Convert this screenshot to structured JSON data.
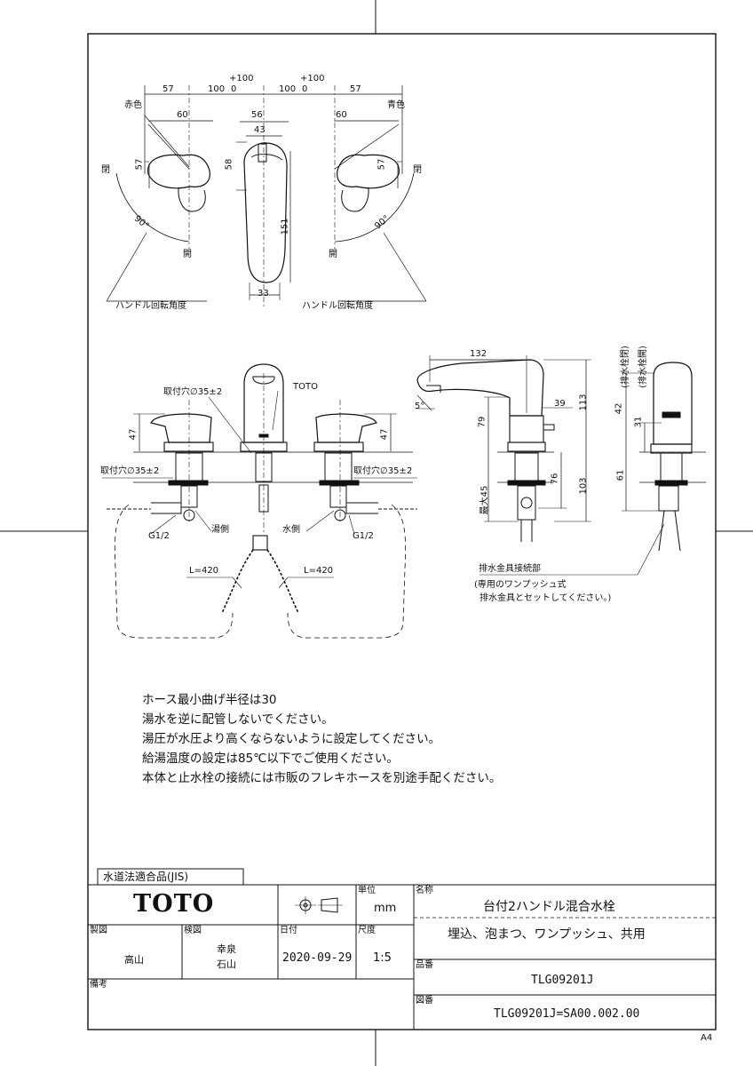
{
  "drawing": {
    "handle_views": {
      "dims_top": [
        "57",
        "100",
        "0",
        "+100",
        "100",
        "0",
        "+100",
        "57"
      ],
      "left": {
        "color_label": "赤色",
        "width": "60",
        "height": "57",
        "closed": "閉",
        "open": "開",
        "angle": "90°",
        "caption": "ハンドル回転角度"
      },
      "center": {
        "width_outer": "56",
        "width_inner": "43",
        "height_upper": "58",
        "height_spout": "151",
        "base_width": "33"
      },
      "right": {
        "color_label": "青色",
        "width": "60",
        "height": "57",
        "closed": "閉",
        "open": "開",
        "angle": "90°",
        "caption": "ハンドル回転角度"
      }
    },
    "front_view": {
      "mount_hole_top": "取付穴∅35±2",
      "brand": "TOTO",
      "height_left": "47",
      "height_right": "47",
      "mount_hole_left": "取付穴∅35±2",
      "mount_hole_right": "取付穴∅35±2",
      "hot_side": "湯側",
      "cold_side": "水側",
      "thread_left": "G1/2",
      "thread_right": "G1/2",
      "hose_left": "L=420",
      "hose_right": "L=420"
    },
    "side_view": {
      "spout_reach": "132",
      "angle": "5°",
      "d39": "39",
      "d113": "113",
      "d79": "79",
      "d76": "76",
      "d103": "103",
      "max45": "最大45",
      "drain_label": "排水金具接続部",
      "drain_note_1": "(専用のワンプッシュ式",
      "drain_note_2": "排水金具とセットしてください。)"
    },
    "drain_view": {
      "d42": "42",
      "d42_note": "(排水栓閉)",
      "d31": "31",
      "d31_note": "(排水栓開)",
      "d61": "61"
    }
  },
  "notes": [
    "ホース最小曲げ半径は30",
    "湯水を逆に配管しないでください。",
    "湯圧が水圧より高くならないように設定してください。",
    "給湯温度の設定は85℃以下でご使用ください。",
    "本体と止水栓の接続には市販のフレキホースを別途手配ください。"
  ],
  "title_block": {
    "certification": "水道法適合品(JIS)",
    "logo": "TOTO",
    "unit_label": "単位",
    "unit": "mm",
    "name_label": "名称",
    "name_line1": "台付2ハンドル混合水栓",
    "name_line2": "埋込、泡まつ、ワンプッシュ、共用",
    "drawn_label": "製図",
    "drawn_by": "高山",
    "checked_label": "検図",
    "checked_by_1": "幸泉",
    "checked_by_2": "石山",
    "date_label": "日付",
    "date": "2020-09-29",
    "scale_label": "尺度",
    "scale": "1:5",
    "product_label": "品番",
    "product_no": "TLG09201J",
    "remarks_label": "備考",
    "drawing_no_label": "図番",
    "drawing_no": "TLG09201J=SA00.002.00"
  },
  "paper_size": "A4"
}
